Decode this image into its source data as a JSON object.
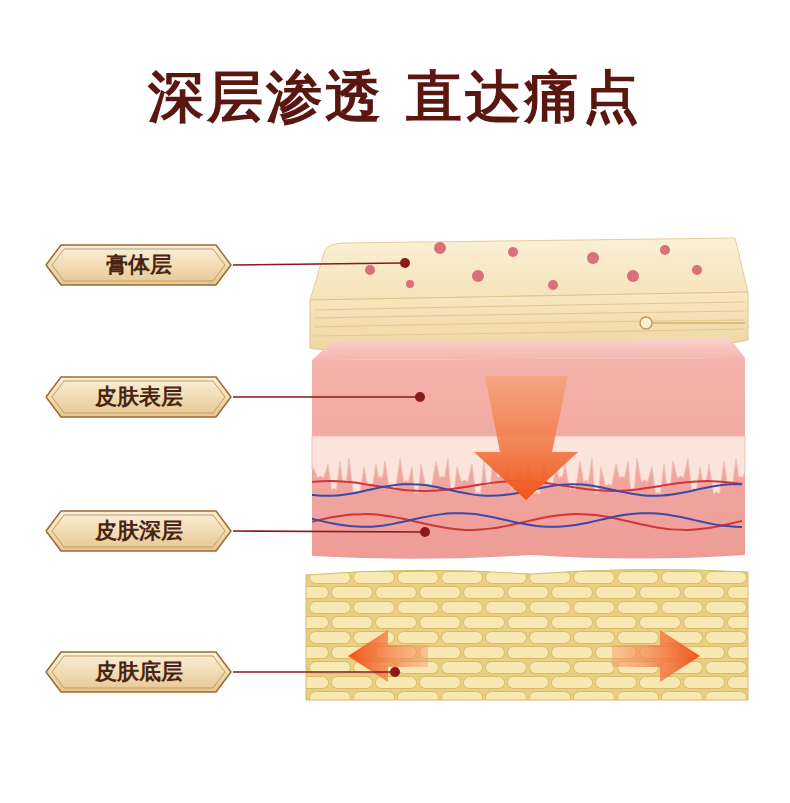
{
  "diagram": {
    "title": "深层渗透 直达痛点",
    "nodes": [
      {
        "text": [
          "膏体层"
        ]
      },
      {
        "text": [
          "皮肤表层"
        ]
      },
      {
        "text": [
          "皮肤深层"
        ]
      },
      {
        "text": [
          "皮肤底层"
        ]
      }
    ]
  }
}
